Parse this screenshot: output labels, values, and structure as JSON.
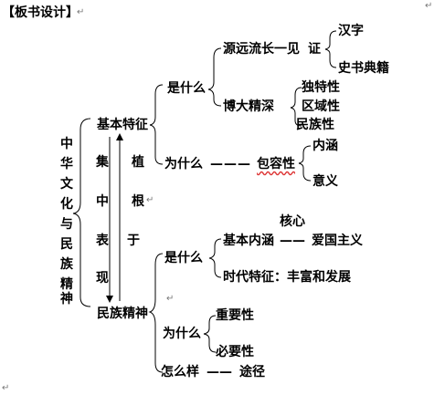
{
  "title": "【板书设计】",
  "left_vertical": [
    "中",
    "华",
    "文",
    "化",
    "与",
    "民",
    "族",
    "精",
    "神"
  ],
  "col_a": [
    "集",
    "中",
    "表",
    "现"
  ],
  "col_b": [
    "植",
    "根",
    "于"
  ],
  "top": {
    "node": "基本特征",
    "shi": "是什么",
    "src": "源远流长一见",
    "zheng": "证",
    "zheng_items": [
      "汉字",
      "史书典籍"
    ],
    "broad": "博大精深",
    "broad_items": [
      "独特性",
      "区域性",
      "民族性"
    ],
    "wei": "为什么",
    "dash": "———",
    "baorong": "包容性",
    "baorong_items": [
      "内涵",
      "意义"
    ]
  },
  "bottom": {
    "node": "民族精神",
    "hexin": "核心",
    "shi": "是什么",
    "basic": "基本内涵",
    "dash": "——",
    "aiguo": "爱国主义",
    "era": "时代特征：丰富和发展",
    "wei": "为什么",
    "wei_items": [
      "重要性",
      "必要性"
    ],
    "how": "怎么样",
    "how_dash": "——",
    "tujing": "途径"
  }
}
